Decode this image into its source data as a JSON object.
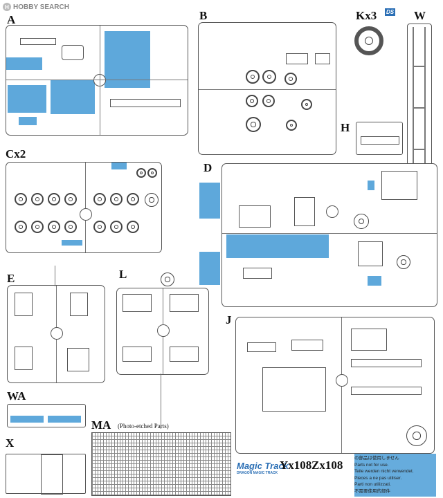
{
  "header": {
    "logo_text": "HOBBY SEARCH"
  },
  "sprues": {
    "A": "A",
    "B": "B",
    "Kx3": "Kx3",
    "W": "W",
    "Cx2": "Cx2",
    "D": "D",
    "H": "H",
    "E": "E",
    "L": "L",
    "J": "J",
    "WA": "WA",
    "MA": "MA",
    "MA_sub": "(Photo-etched Parts)",
    "X": "X",
    "Yx108": "Yx108",
    "Zx108": "Zx108"
  },
  "badge": {
    "ds": "DS"
  },
  "brand": {
    "name": "Magic Track",
    "sub": "DRAGON MAGIC TRACK"
  },
  "notice": {
    "jp": "の部品は使用しません",
    "en": "Parts not for use.",
    "de": "Teile werden nicht verwendet.",
    "fr": "Pieces a ne pas utiliser.",
    "it": "Parti non utilizzati.",
    "zh": "不需要使用的部件"
  },
  "colors": {
    "unused_parts": "#5ea8db",
    "brand": "#2b6fb5"
  }
}
